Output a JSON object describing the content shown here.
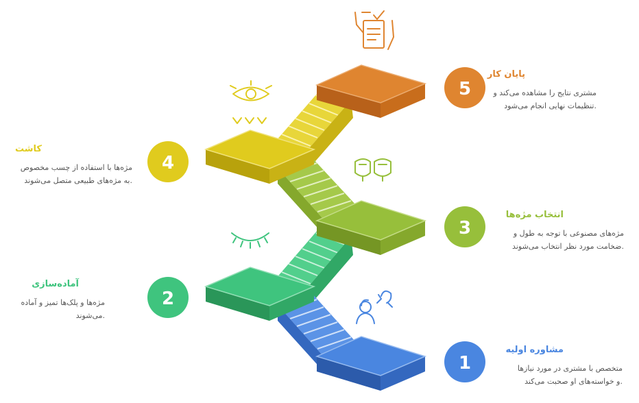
{
  "colors": {
    "step1": "#4a86e0",
    "step2": "#3fc47e",
    "step3": "#97bf3b",
    "step4": "#e0cb1e",
    "step5": "#df8530",
    "line_icon_step2": "#3fc47e",
    "line_icon_step3": "#97bf3b",
    "line_icon_step4": "#e0cb1e",
    "line_icon_step5": "#df8530",
    "line_icon_step1": "#4a86e0"
  },
  "steps": [
    {
      "number": "1",
      "title": "مشاوره اولیه",
      "desc": [
        "متخصص با مشتری در مورد نیازها",
        ".و خواسته‌های او صحبت می‌کند"
      ],
      "icon": "consultation-people-icon"
    },
    {
      "number": "2",
      "title": "آماده‌سازی",
      "desc": [
        "مژه‌ها و پلک‌ها تمیز و آماده",
        ".می‌شوند"
      ],
      "icon": "closed-eye-icon"
    },
    {
      "number": "3",
      "title": "انتخاب مژه‌ها",
      "desc": [
        "مژه‌های مصنوعی با توجه به طول و",
        ".ضخامت مورد نظر انتخاب می‌شوند"
      ],
      "icon": "lash-selection-icon"
    },
    {
      "number": "4",
      "title": "کاشت",
      "desc": [
        "مژه‌ها با استفاده از چسب مخصوص",
        ".به مژه‌های طبیعی متصل می‌شوند"
      ],
      "icon": "eye-lash-application-icon"
    },
    {
      "number": "5",
      "title": "پایان کار",
      "desc": [
        "مشتری نتایج را مشاهده می‌کند و",
        ".تنظیمات نهایی انجام می‌شود"
      ],
      "icon": "checklist-hands-icon"
    }
  ]
}
